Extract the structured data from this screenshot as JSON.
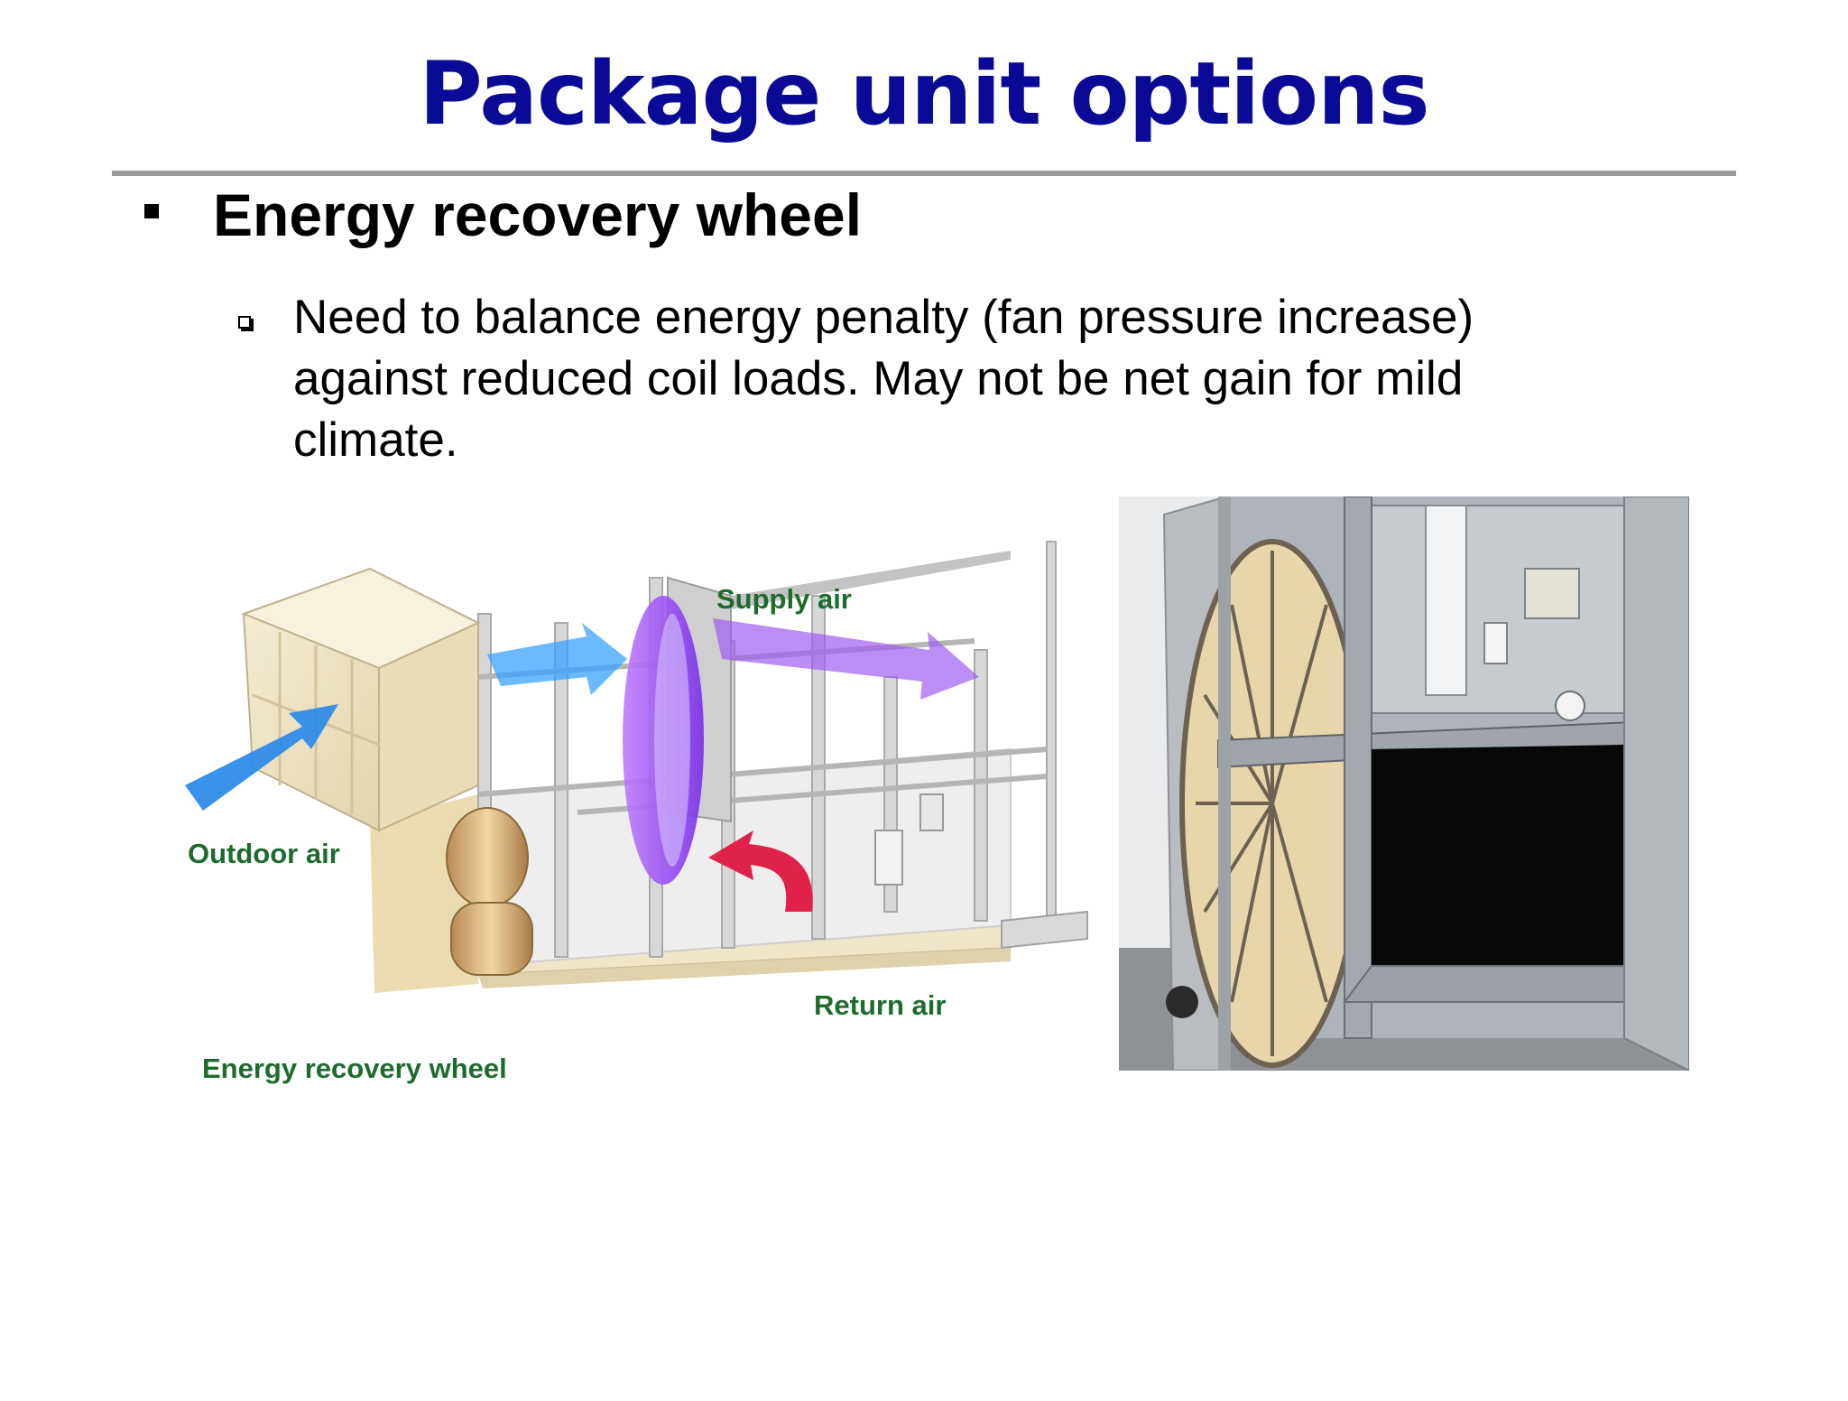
{
  "slide": {
    "title": "Package unit options",
    "bullet": "Energy recovery wheel",
    "sub_bullet": "Need to balance energy penalty (fan pressure increase) against reduced coil loads. May not be net gain for mild climate."
  },
  "diagram": {
    "labels": {
      "supply_air": "Supply air",
      "outdoor_air": "Outdoor air",
      "return_air": "Return air",
      "caption": "Energy recovery wheel"
    }
  },
  "colors": {
    "title": "#0a0a96",
    "diagram_label": "#1e6b2c",
    "outdoor_arrow": "#2f8be8",
    "supply_arrow": "#a05cf0",
    "return_arrow": "#e0224a"
  }
}
